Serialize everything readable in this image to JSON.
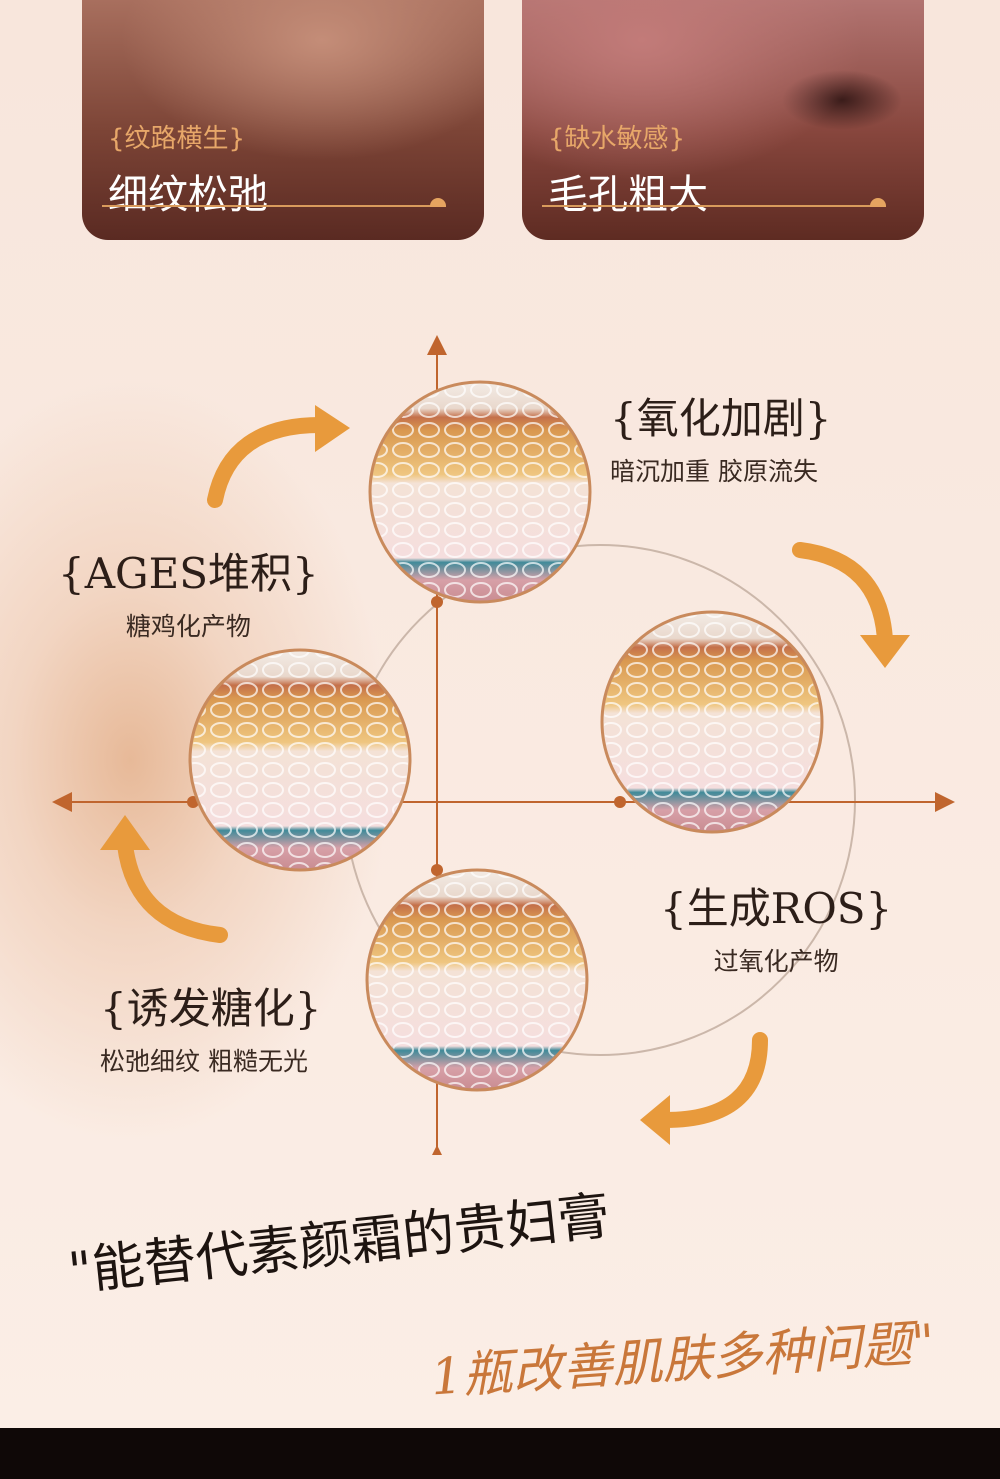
{
  "cards": [
    {
      "subtitle": "{纹路横生}",
      "title": "细纹松弛"
    },
    {
      "subtitle": "{缺水敏感}",
      "title": "毛孔粗大"
    }
  ],
  "cycle": [
    {
      "heading": "{氧化加剧}",
      "detail": "暗沉加重  胶原流失"
    },
    {
      "heading": "{生成ROS}",
      "detail": "过氧化产物"
    },
    {
      "heading": "{诱发糖化}",
      "detail": "松弛细纹  粗糙无光"
    },
    {
      "heading": "{AGES堆积}",
      "detail": "糖鸡化产物"
    }
  ],
  "tagline": {
    "line1": "\"能替代素颜霜的贵妇膏",
    "line2": "1瓶改善肌肤多种问题\""
  },
  "colors": {
    "accent": "#e89a3c",
    "axis": "#c0652e"
  }
}
